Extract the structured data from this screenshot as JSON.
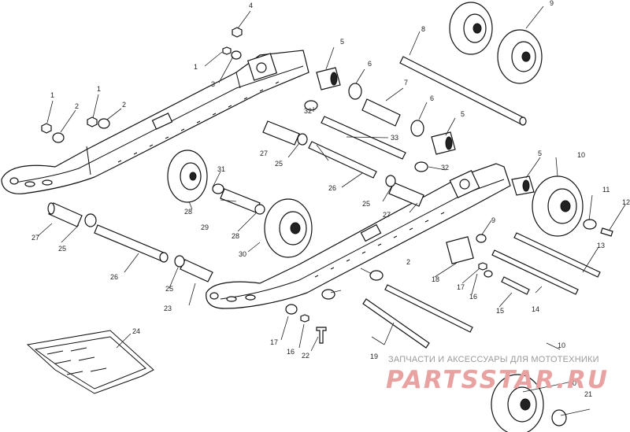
{
  "diagram": {
    "callouts": [
      "1",
      "1",
      "1",
      "2",
      "2",
      "2",
      "3",
      "4",
      "5",
      "5",
      "5",
      "6",
      "6",
      "7",
      "8",
      "9",
      "9",
      "10",
      "10",
      "11",
      "12",
      "13",
      "14",
      "15",
      "16",
      "16",
      "17",
      "18",
      "19",
      "20",
      "21",
      "22",
      "23",
      "24",
      "25",
      "25",
      "25",
      "26",
      "26",
      "27",
      "27",
      "27",
      "28",
      "29",
      "30",
      "31",
      "32",
      "32",
      "33"
    ]
  },
  "watermark": {
    "tagline": "ЗАПЧАСТИ И АКСЕССУАРЫ ДЛЯ МОТОТЕХНИКИ",
    "brand": "PARTSSTAR.RU"
  }
}
